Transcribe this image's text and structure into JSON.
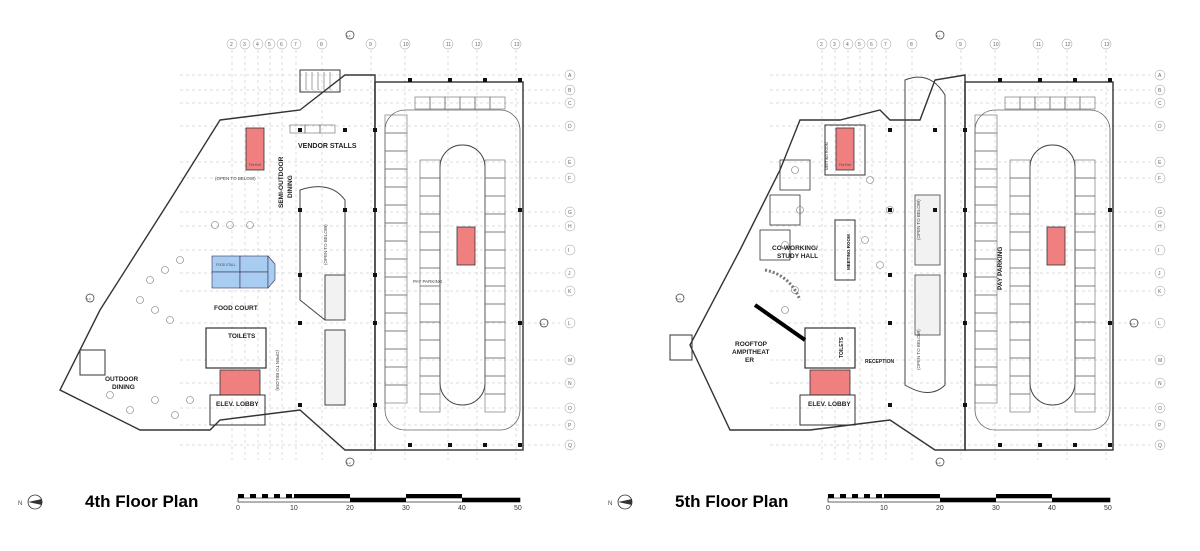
{
  "plans": [
    {
      "title": "4th Floor Plan",
      "grid_columns": [
        "2",
        "3",
        "4",
        "5",
        "6",
        "7",
        "8",
        "9",
        "10",
        "11",
        "12",
        "13"
      ],
      "grid_rows": [
        "A",
        "B",
        "C",
        "D",
        "E",
        "F",
        "G",
        "H",
        "I",
        "J",
        "K",
        "L",
        "M",
        "N",
        "O",
        "P",
        "Q"
      ],
      "rooms": {
        "vendor_stalls": "VENDOR STALLS",
        "semi_outdoor": "SEMI-OUTDOOR",
        "dining": "DINING",
        "open_to_below_1": "(OPEN TO BELOW)",
        "open_to_below_2": "(OPEN TO BELOW)",
        "open_to_below_3": "(OPEN TO BELOW)",
        "food_court": "FOOD COURT",
        "toilets": "TOILETS",
        "outdoor": "OUTDOOR",
        "outdoor_dining": "DINING",
        "elev_lobby": "ELEV. LOBBY",
        "pay_parking": "PAY PARKING",
        "food_stall": "FOOD STALL",
        "fire_exit": "Fire Exit"
      },
      "scale_numbers": [
        "0",
        "10",
        "20",
        "30",
        "40",
        "50"
      ],
      "section_marks": [
        "S-1",
        "S-2",
        "S-3",
        "S-4"
      ]
    },
    {
      "title": "5th Floor Plan",
      "grid_columns": [
        "2",
        "3",
        "4",
        "5",
        "6",
        "7",
        "8",
        "9",
        "10",
        "11",
        "12",
        "13"
      ],
      "grid_rows": [
        "A",
        "B",
        "C",
        "D",
        "E",
        "F",
        "G",
        "H",
        "I",
        "J",
        "K",
        "L",
        "M",
        "N",
        "O",
        "P",
        "Q"
      ],
      "rooms": {
        "coworking_1": "CO-WORKING/",
        "coworking_2": "STUDY HALL",
        "meeting_room": "MEETING ROOM",
        "meeting_room_2": "MEETING ROOM",
        "rooftop_1": "ROOFTOP",
        "rooftop_2": "AMPITHEAT",
        "rooftop_3": "ER",
        "reception": "RECEPTION",
        "toilets": "TOILETS",
        "elev_lobby": "ELEV. LOBBY",
        "pay_parking": "PAY PARKING",
        "open_to_below_1": "(OPEN TO BELOW)",
        "open_to_below_2": "(OPEN TO BELOW)",
        "fire_exit": "Fire Exit"
      },
      "scale_numbers": [
        "0",
        "10",
        "20",
        "30",
        "40",
        "50"
      ],
      "section_marks": [
        "S-1",
        "S-2",
        "S-3",
        "S-4"
      ]
    }
  ],
  "north_label": "N",
  "colors": {
    "fire_exit": "#f08080",
    "food_stall": "#a9cdf0",
    "line": "#333333",
    "grid": "#aaaaaa"
  }
}
